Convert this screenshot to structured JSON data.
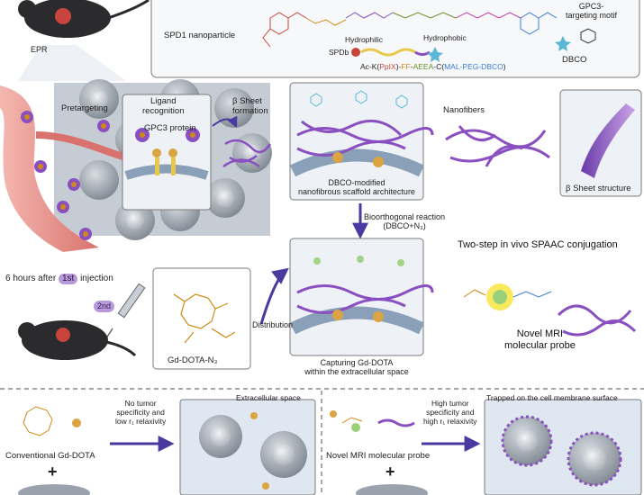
{
  "top": {
    "epr": "EPR",
    "spd1_nanoparticle": "SPD1 nanoparticle",
    "hydrophilic": "Hydrophilic",
    "hydrophobic": "Hydrophobic",
    "spdb": "SPDb",
    "seq": {
      "a": "Ac-K(",
      "b": "PpIX",
      "c": ")-",
      "d": "FF",
      "e": "-",
      "f": "AEEA",
      "g": "-C(",
      "h": "MAL-PEG-DBCO",
      "i": ")"
    },
    "gpc3_motif": "GPC3-\ntargeting motif",
    "dbco": "DBCO"
  },
  "middle": {
    "pretargeting": "Pretargeting",
    "ligand_recognition": "Ligand\nrecognition",
    "gpc3_protein": "GPC3 protein",
    "beta_sheet_formation": "β Sheet\nformation",
    "dbco_scaffold": "DBCO-modified\nnanofibrous scaffold architecture",
    "nanofibers": "Nanofibers",
    "beta_sheet_structure": "β Sheet structure",
    "bioorthogonal": "Bioorthogonal reaction\n(DBCO+N₃)",
    "six_hours_a": "6 hours after",
    "first": "1st",
    "six_hours_b": "injection",
    "second": "2nd",
    "gd_dota_n3": "Gd-DOTA-N₃",
    "distribution": "Distribution",
    "capturing": "Capturing Gd-DOTA\nwithin the extracellular space",
    "two_step": "Two-step in vivo SPAAC conjugation",
    "novel_probe": "Novel MRI\nmolecular probe"
  },
  "bottom": {
    "conventional": "Conventional Gd-DOTA",
    "no_tumor": "No tumor\nspecificity and\nlow r₁ relaxivity",
    "extracellular": "Extracellular space",
    "novel_probe": "Novel MRI molecular probe",
    "high_tumor": "High tumor\nspecificity and\nhigh r₁ relaxivity",
    "trapped": "Trapped on the cell membrane surface",
    "plus": "+"
  },
  "colors": {
    "fiber": "#8a4fc0",
    "fiber_light": "#c9a2e6",
    "arrow": "#4a3aa0",
    "vessel": "#e88b88",
    "cell": "#9aa3ad",
    "gold": "#d9a441",
    "cyan": "#5ab8d6"
  }
}
